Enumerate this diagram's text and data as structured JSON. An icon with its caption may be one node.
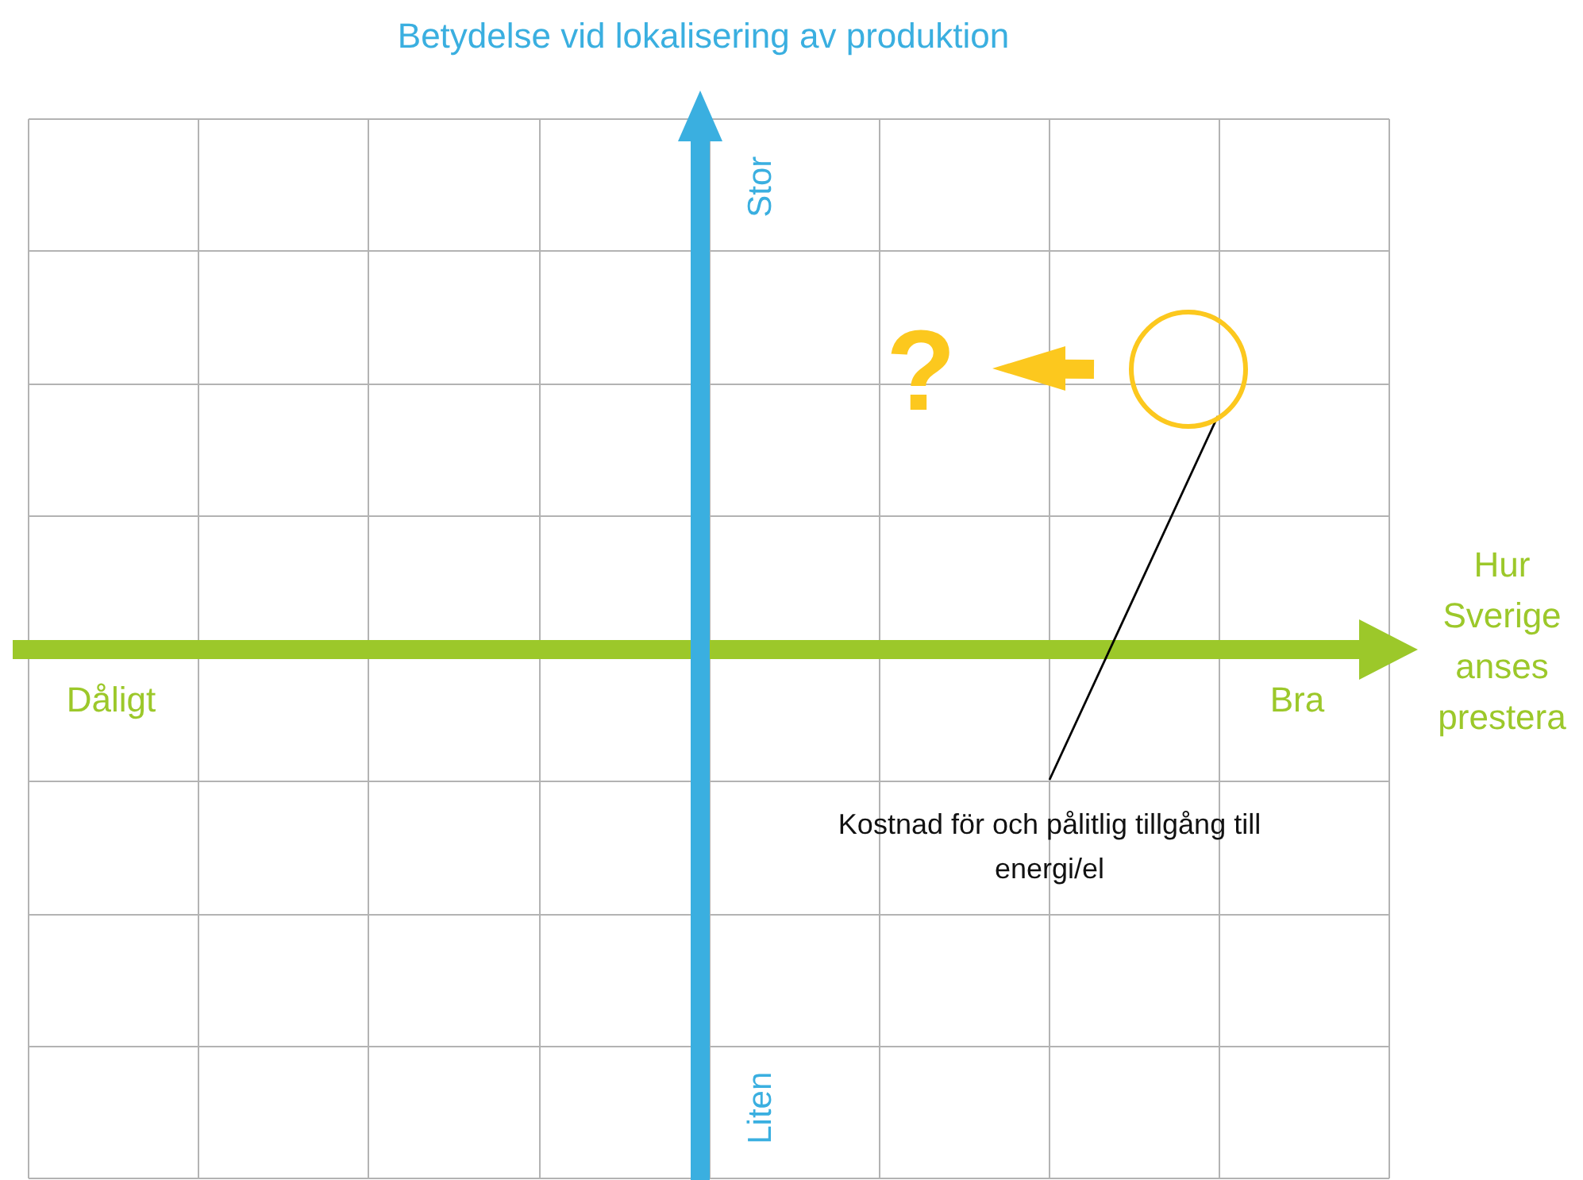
{
  "diagram": {
    "nodes": [
      {
        "text": [],
        "shape": "circle"
      },
      {
        "text": [
          "?"
        ]
      },
      {
        "text": [
          "Kostnad för och pålitlig tillgång till energi/el"
        ]
      }
    ],
    "edges": [
      {
        "from": 0,
        "to": 1,
        "arrow": "to",
        "style": "thick",
        "color": "#fcc81e"
      },
      {
        "from": 2,
        "to": 0,
        "arrow": "none",
        "color": "#000000"
      }
    ],
    "labels": [
      "Betydelse vid lokalisering av produktion",
      "Stor",
      "Hur Sverige anses prestera",
      "Dåligt",
      "Bra",
      "Liten"
    ]
  }
}
